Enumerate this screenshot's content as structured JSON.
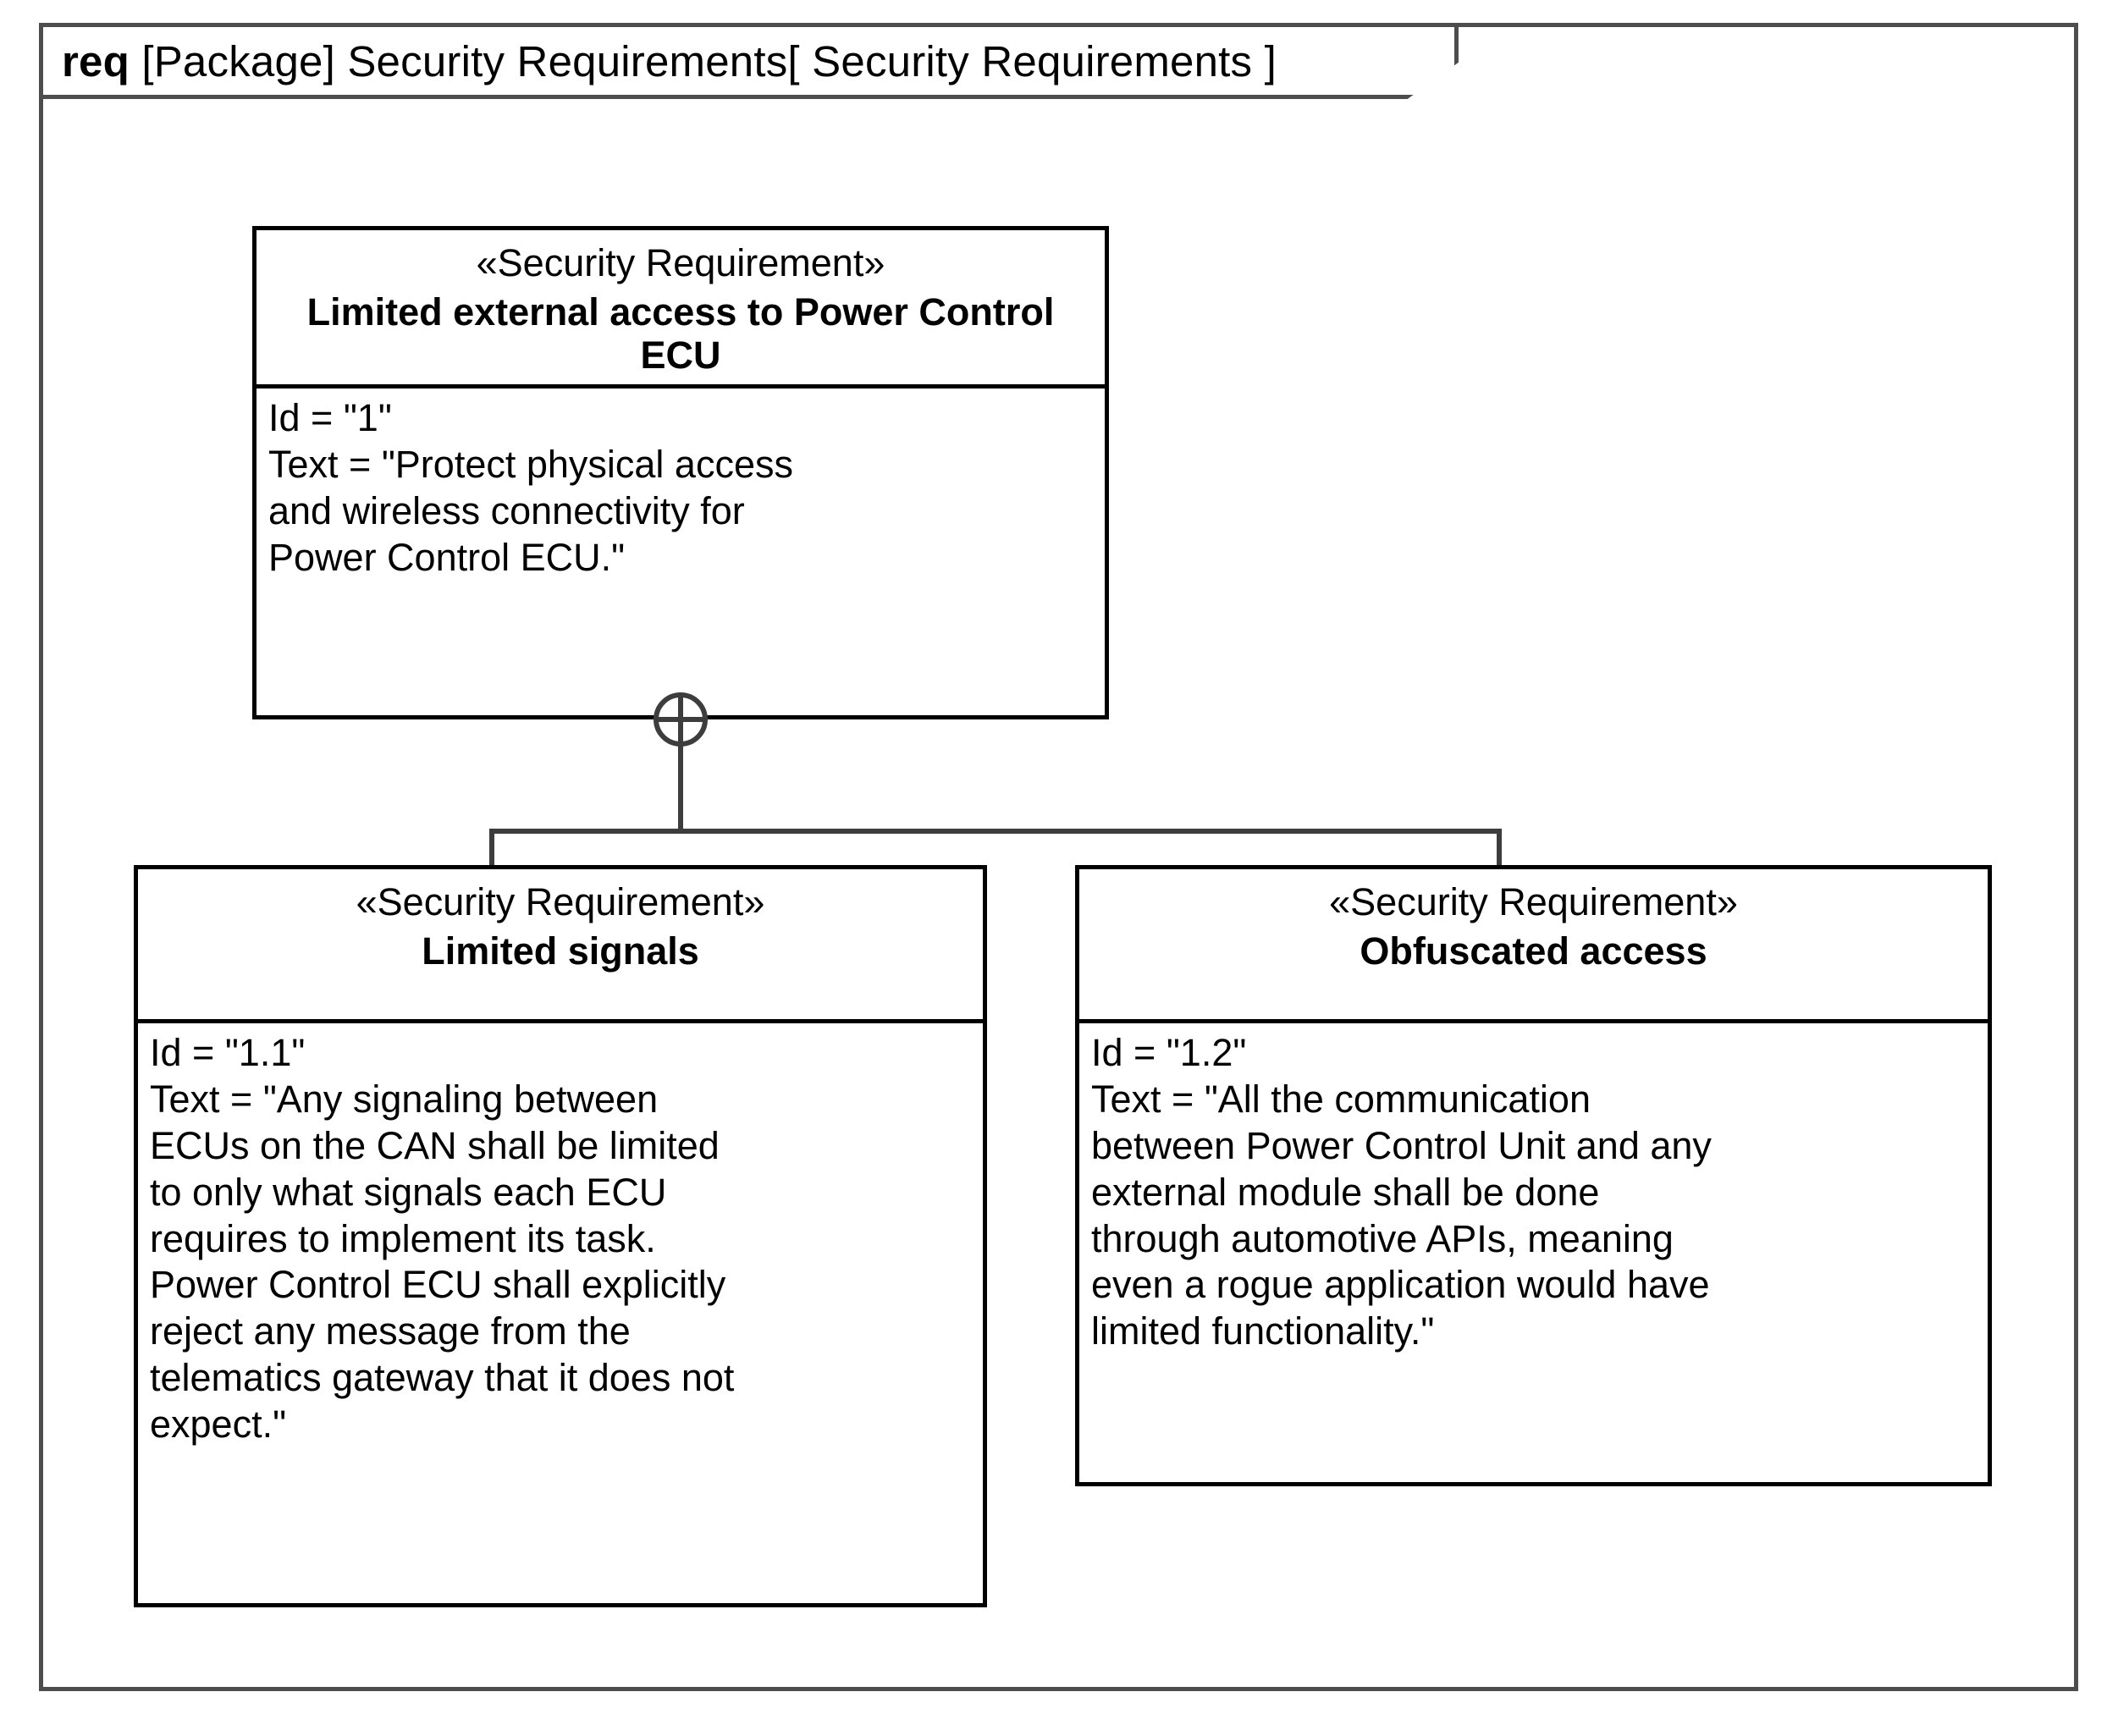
{
  "diagram": {
    "kind_keyword": "req",
    "frame_label_full": "req [Package] Security Requirements [ Security Requirements ]",
    "frame_type": "[Package]",
    "frame_name": "Security Requirements",
    "frame_diagram_name": "[ Security Requirements ]",
    "relationship": "containment",
    "relationship_symbol": "crosshair-circle"
  },
  "requirements": {
    "parent": {
      "stereotype": "«Security Requirement»",
      "title": "Limited external access to Power Control ECU",
      "body": "Id = \"1\"\nText = \"Protect physical access\nand wireless connectivity for\nPower Control ECU.\"",
      "id_value": "1",
      "text_value": "Protect physical access and wireless connectivity for Power Control ECU."
    },
    "children": [
      {
        "stereotype": "«Security Requirement»",
        "title": "Limited signals",
        "body": "Id = \"1.1\"\nText = \"Any signaling between\nECUs on the CAN shall be limited\nto only what signals each ECU\nrequires to implement its task.\nPower Control ECU shall explicitly\nreject any message from the\ntelematics gateway that it does not\nexpect.\"",
        "id_value": "1.1",
        "text_value": "Any signaling between ECUs on the CAN shall be limited to only what signals each ECU requires to implement its task. Power Control ECU shall explicitly reject any message from the telematics gateway that it does not expect."
      },
      {
        "stereotype": "«Security Requirement»",
        "title": "Obfuscated access",
        "body": "Id = \"1.2\"\nText = \"All the communication\nbetween Power Control Unit and any\nexternal module shall be done\nthrough automotive APIs, meaning\neven a rogue application would have\nlimited functionality.\"",
        "id_value": "1.2",
        "text_value": "All the communication between Power Control Unit and any external module shall be done through automotive APIs, meaning even a rogue application would have limited functionality."
      }
    ]
  },
  "colors": {
    "frame_border": "#4d4d4d",
    "box_border": "#000000",
    "connector": "#3d3d3d",
    "background": "#ffffff",
    "text": "#000000"
  }
}
